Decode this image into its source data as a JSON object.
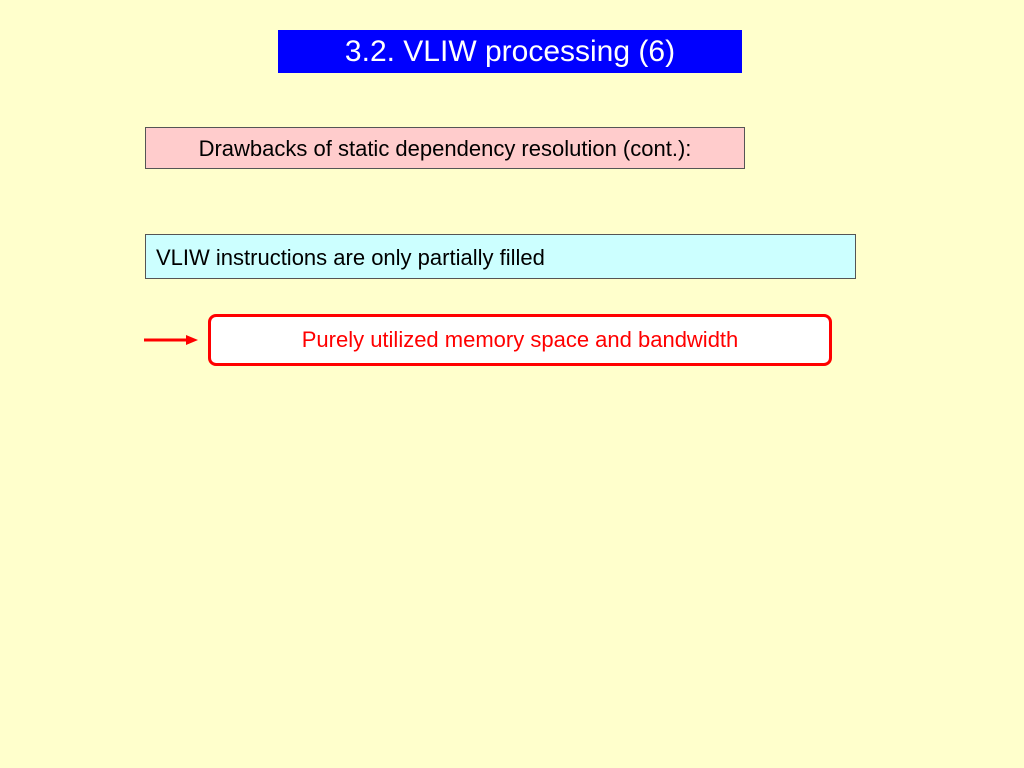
{
  "slide": {
    "title": "3.2. VLIW processing (6)",
    "subtitle": "Drawbacks of static dependency resolution (cont.):",
    "statement": "VLIW instructions are only partially filled",
    "consequence": "Purely utilized memory space and bandwidth"
  },
  "colors": {
    "background": "#ffffcc",
    "title_bg": "#0000ff",
    "title_text": "#ffffff",
    "subtitle_bg": "#ffcccc",
    "statement_bg": "#ccffff",
    "accent": "#ff0000"
  },
  "icons": {
    "arrow": "arrow-right-icon"
  }
}
